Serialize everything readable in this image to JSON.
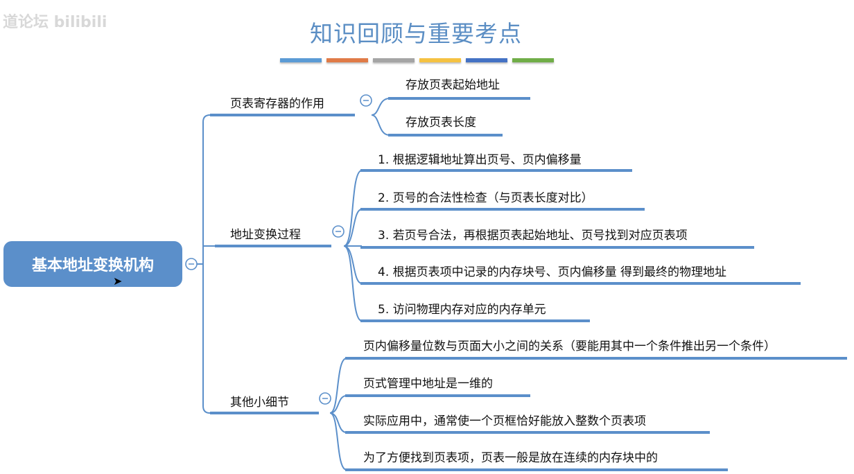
{
  "watermark": "道论坛 bilibili",
  "title": "知识回顾与重要考点",
  "title_bar_colors": [
    "#5b9bd5",
    "#e07b47",
    "#a5a5a5",
    "#f5c242",
    "#4472c4",
    "#70ad47"
  ],
  "accent": "#5b8fca",
  "root": "基本地址变换机构",
  "branches": [
    {
      "label": "页表寄存器的作用",
      "children": [
        "存放页表起始地址",
        "存放页表长度"
      ]
    },
    {
      "label": "地址变换过程",
      "children": [
        "1. 根据逻辑地址算出页号、页内偏移量",
        "2. 页号的合法性检查（与页表长度对比）",
        "3. 若页号合法，再根据页表起始地址、页号找到对应页表项",
        "4. 根据页表项中记录的内存块号、页内偏移量 得到最终的物理地址",
        "5. 访问物理内存对应的内存单元"
      ]
    },
    {
      "label": "其他小细节",
      "children": [
        "页内偏移量位数与页面大小之间的关系（要能用其中一个条件推出另一个条件）",
        "页式管理中地址是一维的",
        "实际应用中，通常使一个页框恰好能放入整数个页表项",
        "为了方便找到页表项，页表一般是放在连续的内存块中的"
      ]
    }
  ]
}
